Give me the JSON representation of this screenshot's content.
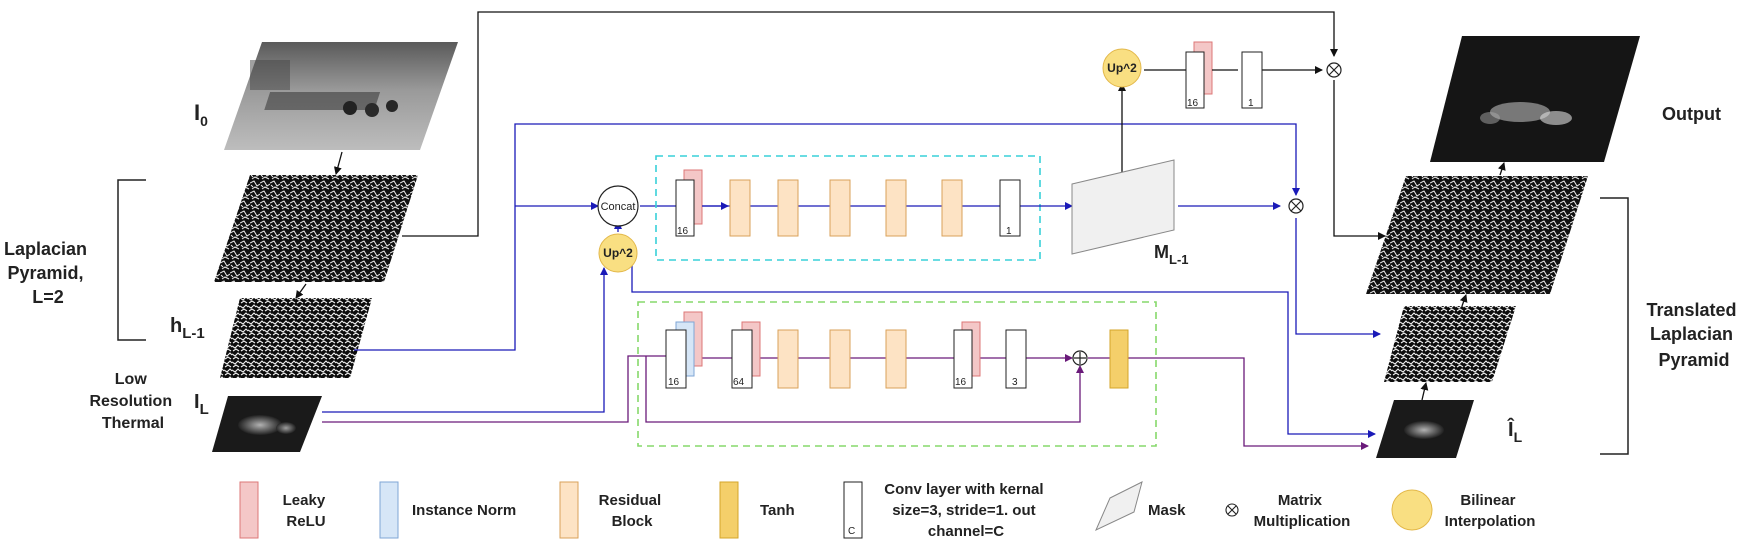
{
  "labels": {
    "i0": "I",
    "i0_sub": "0",
    "laplacian_pyramid": [
      "Laplacian",
      "Pyramid,",
      "L=2"
    ],
    "h": "h",
    "h_sub": "L-1",
    "low_res_thermal": [
      "Low",
      "Resolution",
      "Thermal"
    ],
    "il": "I",
    "il_sub": "L",
    "mask_label": "M",
    "mask_sub": "L-1",
    "output": "Output",
    "translated_pyramid": [
      "Translated",
      "Laplacian",
      "Pyramid"
    ],
    "il_hat": "Î",
    "il_hat_sub": "L"
  },
  "nodes": {
    "concat": "Concat",
    "up2": "Up^2"
  },
  "channels": {
    "top_conv_a": "16",
    "top_conv_b": "1",
    "mid_conv_a": "16",
    "mid_conv_b": "1",
    "bot_conv_a": "16",
    "bot_conv_b": "64",
    "bot_conv_c": "16",
    "bot_conv_d": "3"
  },
  "legend": {
    "leaky_relu": [
      "Leaky",
      "ReLU"
    ],
    "instance_norm": "Instance Norm",
    "residual_block": [
      "Residual",
      "Block"
    ],
    "tanh": "Tanh",
    "conv_layer": [
      "Conv layer with kernal",
      "size=3, stride=1. out",
      "channel=C"
    ],
    "conv_letter": "C",
    "mask": "Mask",
    "matrix_mult": [
      "Matrix",
      "Multiplication"
    ],
    "bilinear": [
      "Bilinear",
      "Interpolation"
    ]
  },
  "colors": {
    "blue_line": "#1a1ab8",
    "purple_line": "#6a1a7a",
    "leaky_relu": "#f4c7c7",
    "instance_norm": "#d6e6f7",
    "residual": "#fde3c4",
    "tanh": "#f4cf6a",
    "bilinear": "#f9df82",
    "cyan_dash": "#39d0d8",
    "green_dash": "#86d86b"
  }
}
